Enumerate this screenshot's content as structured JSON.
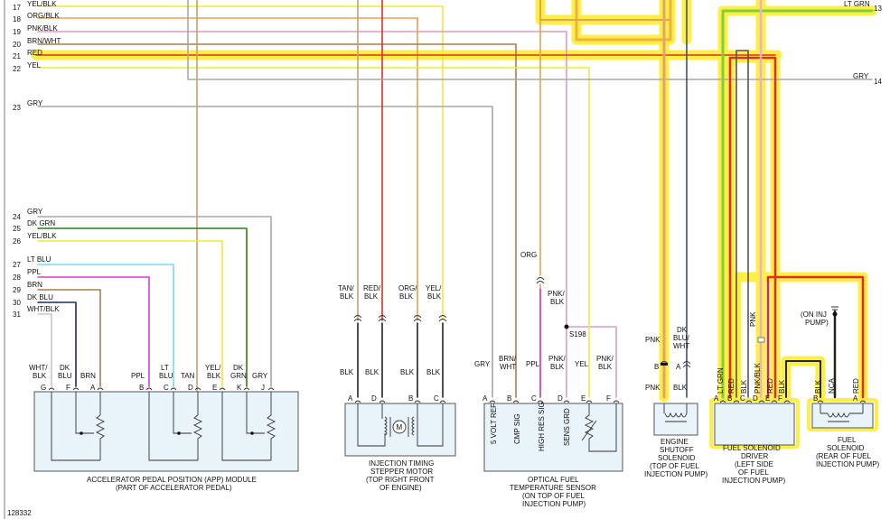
{
  "diagram_id": "128332",
  "colors": {
    "yel": "#f2e83a",
    "org": "#e8a24a",
    "pnk": "#d8a0c0",
    "brn": "#a08050",
    "red": "#e32b2b",
    "gry": "#a8a8a8",
    "dkgrn": "#2f7a1f",
    "ltblu": "#6fe0f0",
    "ppl": "#d640c8",
    "dkblu": "#1a2a70",
    "wht": "#c8c8c8",
    "ltgrn": "#7ed03a",
    "tan": "#c4a070",
    "blk": "#222222",
    "highlight": "#ffee44",
    "box": "#e8f3fa"
  },
  "top_wires": [
    {
      "num": "17",
      "label": "YEL/BLK"
    },
    {
      "num": "18",
      "label": "ORG/BLK"
    },
    {
      "num": "19",
      "label": "PNK/BLK"
    },
    {
      "num": "20",
      "label": "BRN/WHT"
    },
    {
      "num": "21",
      "label": "RED"
    },
    {
      "num": "22",
      "label": "YEL"
    },
    {
      "num": "23",
      "label": "GRY"
    }
  ],
  "app_wires": [
    {
      "num": "24",
      "label": "GRY"
    },
    {
      "num": "25",
      "label": "DK GRN"
    },
    {
      "num": "26",
      "label": "YEL/BLK"
    },
    {
      "num": "27",
      "label": "LT BLU"
    },
    {
      "num": "28",
      "label": "PPL"
    },
    {
      "num": "29",
      "label": "BRN"
    },
    {
      "num": "30",
      "label": "DK BLU"
    },
    {
      "num": "31",
      "label": "WHT/BLK"
    }
  ],
  "right_wires": [
    {
      "num": "13",
      "label": "LT GRN"
    },
    {
      "num": "14",
      "label": "GRY"
    }
  ],
  "app_module": {
    "name_line1": "ACCELERATOR PEDAL POSITION (APP) MODULE",
    "name_line2": "(PART OF ACCELERATOR PEDAL)",
    "pins": [
      "G",
      "F",
      "A",
      "B",
      "C",
      "D",
      "E",
      "K",
      "J"
    ],
    "wire_labels": [
      "WHT/\nBLK",
      "DK\nBLU",
      "BRN",
      "PPL",
      "LT\nBLU",
      "TAN",
      "YEL/\nBLK",
      "DK\nGRN",
      "GRY"
    ]
  },
  "stepper": {
    "name_line1": "INJECTION TIMING",
    "name_line2": "STEPPER MOTOR",
    "name_line3": "(TOP RIGHT FRONT",
    "name_line4": "OF ENGINE)",
    "pins": [
      "A",
      "D",
      "B",
      "C"
    ],
    "upper_labels": [
      "TAN/\nBLK",
      "RED/\nBLK",
      "ORG/\nBLK",
      "YEL/\nBLK"
    ],
    "lower_labels": [
      "BLK",
      "BLK",
      "BLK",
      "BLK"
    ],
    "motor_symbol": "M"
  },
  "fuel_temp": {
    "name_line1": "OPTICAL FUEL",
    "name_line2": "TEMPERATURE SENSOR",
    "name_line3": "(ON TOP OF FUEL",
    "name_line4": "INJECTION PUMP)",
    "pins": [
      "A",
      "B",
      "C",
      "D",
      "E",
      "F"
    ],
    "wire_labels": [
      "GRY",
      "BRN/\nWHT",
      "PPL",
      "PNK/\nBLK",
      "YEL",
      "PNK/\nBLK"
    ],
    "signals": [
      "5 VOLT REF",
      "CMP SIG",
      "HIGH RES SIG",
      "SENS GRD"
    ],
    "org_label": "ORG",
    "pnk_blk_label": "PNK/\nBLK",
    "splice": "S198"
  },
  "shutoff": {
    "name_line1": "ENGINE",
    "name_line2": "SHUTOFF",
    "name_line3": "SOLENOID",
    "name_line4": "(TOP OF FUEL",
    "name_line5": "INJECTION PUMP)",
    "pins": [
      "B",
      "A"
    ],
    "upper_labels": [
      "PNK",
      "DK\nBLU/\nWHT"
    ],
    "lower_labels": [
      "PNK",
      "BLK"
    ]
  },
  "driver": {
    "name_line1": "FUEL SOLENOID",
    "name_line2": "DRIVER",
    "name_line3": "(LEFT SIDE",
    "name_line4": "OF FUEL",
    "name_line5": "INJECTION PUMP)",
    "pins": [
      "A",
      "B",
      "C",
      "D",
      "E",
      "F"
    ],
    "wire_labels": [
      "LT GRN",
      "RED",
      "BLK",
      "PNK/BLK",
      "RED",
      "BLK"
    ],
    "pnk_label": "PNK"
  },
  "solenoid": {
    "name_line1": "FUEL",
    "name_line2": "SOLENOID",
    "name_line3": "(REAR OF FUEL",
    "name_line4": "INJECTION PUMP)",
    "pins": [
      "B",
      "A"
    ],
    "wire_labels": [
      "BLK",
      "NCA",
      "RED"
    ],
    "ground_label": "(ON INJ\nPUMP)"
  }
}
